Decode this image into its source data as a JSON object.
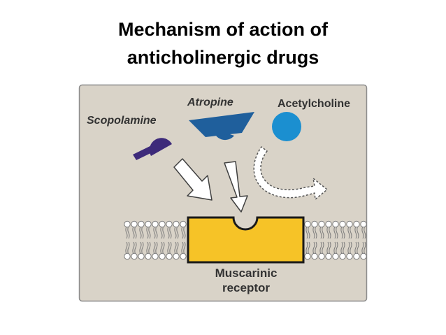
{
  "slide": {
    "title_line1": "Mechanism of action of",
    "title_line2": "anticholinergic drugs"
  },
  "diagram": {
    "labels": {
      "scopolamine": "Scopolamine",
      "atropine": "Atropine",
      "acetylcholine": "Acetylcholine",
      "receptor_line1": "Muscarinic",
      "receptor_line2": "receptor"
    },
    "colors": {
      "panel_background": "#d9d3c8",
      "panel_border": "#8c8c8c",
      "scopolamine": "#3d2a7a",
      "atropine": "#1f5f9c",
      "acetylcholine": "#1b8fd0",
      "receptor": "#f6c327",
      "lipid": "#ffffff"
    },
    "icons": {
      "arrow_solid": "white-block-arrow",
      "arrow_dashed": "dashed-curved-arrow"
    }
  }
}
